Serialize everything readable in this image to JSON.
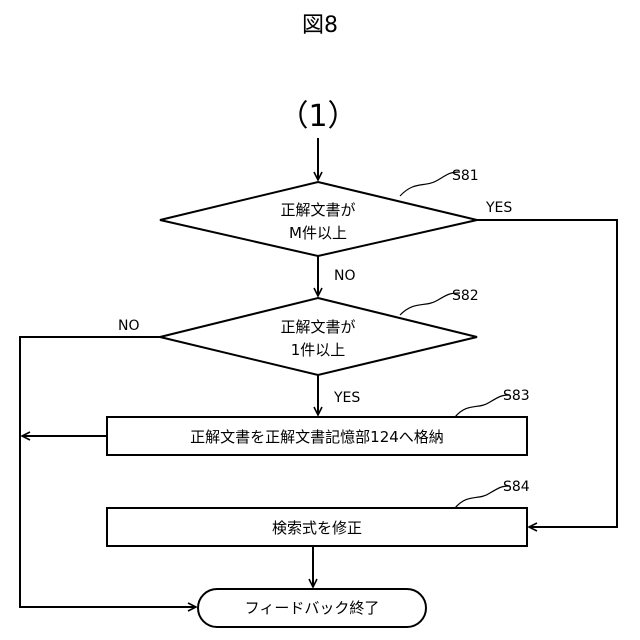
{
  "figure": {
    "title": "図8"
  },
  "connector": {
    "label": "（1）"
  },
  "steps": {
    "s81": {
      "id": "S81",
      "line1": "正解文書が",
      "line2": "M件以上",
      "yes": "YES",
      "no": "NO"
    },
    "s82": {
      "id": "S82",
      "line1": "正解文書が",
      "line2": "1件以上",
      "yes": "YES",
      "no": "NO"
    },
    "s83": {
      "id": "S83",
      "text": "正解文書を正解文書記憶部124へ格納"
    },
    "s84": {
      "id": "S84",
      "text": "検索式を修正"
    },
    "end": {
      "text": "フィードバック終了"
    }
  }
}
